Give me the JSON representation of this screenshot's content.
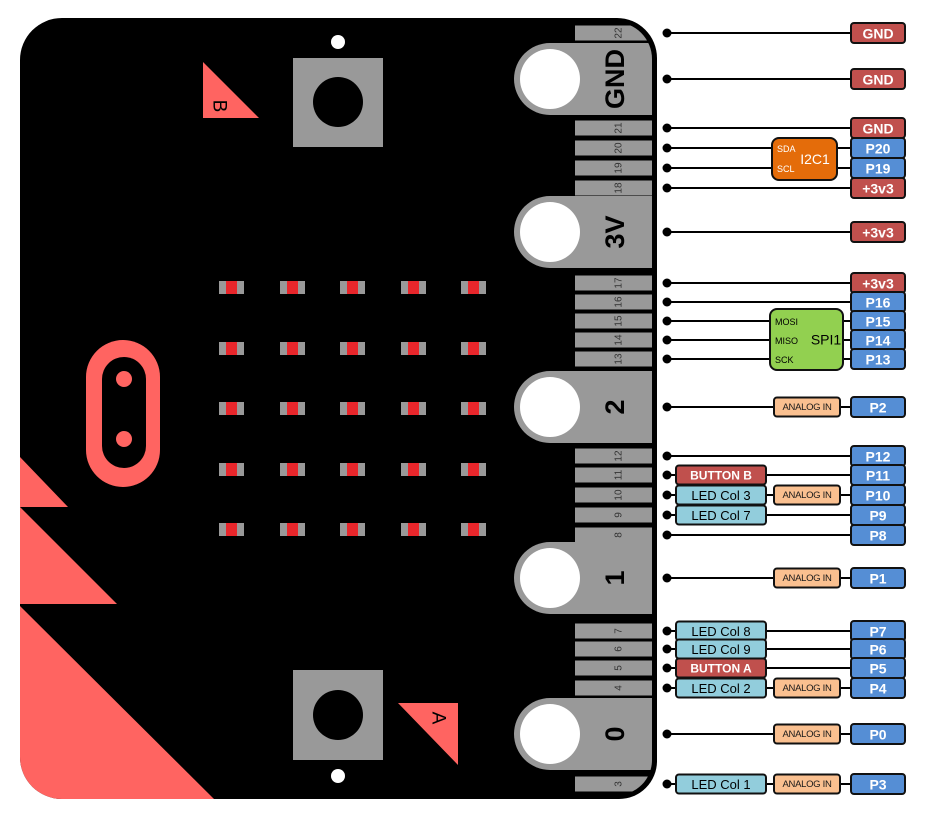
{
  "board": {
    "button_a": {
      "label": "A"
    },
    "button_b": {
      "label": "B"
    }
  },
  "led_matrix": {
    "rows": 5,
    "cols": 5
  },
  "buses": {
    "i2c": {
      "label": "I2C1"
    },
    "spi": {
      "label": "SPI1"
    }
  },
  "edge_connector": [
    {
      "pin": "22",
      "kind": "strip",
      "signal": "GND",
      "signal_type": "power"
    },
    {
      "pin": "GND",
      "kind": "pad",
      "signal": "GND",
      "signal_type": "power"
    },
    {
      "pin": "21",
      "kind": "strip",
      "signal": "GND",
      "signal_type": "power"
    },
    {
      "pin": "20",
      "kind": "strip",
      "signal": "P20",
      "signal_type": "gpio",
      "bus": "i2c",
      "bus_line": "SDA"
    },
    {
      "pin": "19",
      "kind": "strip",
      "signal": "P19",
      "signal_type": "gpio",
      "bus": "i2c",
      "bus_line": "SCL"
    },
    {
      "pin": "18",
      "kind": "strip",
      "signal": "+3v3",
      "signal_type": "power"
    },
    {
      "pin": "3V",
      "kind": "pad",
      "signal": "+3v3",
      "signal_type": "power"
    },
    {
      "pin": "17",
      "kind": "strip",
      "signal": "+3v3",
      "signal_type": "power"
    },
    {
      "pin": "16",
      "kind": "strip",
      "signal": "P16",
      "signal_type": "gpio"
    },
    {
      "pin": "15",
      "kind": "strip",
      "signal": "P15",
      "signal_type": "gpio",
      "bus": "spi",
      "bus_line": "MOSI"
    },
    {
      "pin": "14",
      "kind": "strip",
      "signal": "P14",
      "signal_type": "gpio",
      "bus": "spi",
      "bus_line": "MISO"
    },
    {
      "pin": "13",
      "kind": "strip",
      "signal": "P13",
      "signal_type": "gpio",
      "bus": "spi",
      "bus_line": "SCK"
    },
    {
      "pin": "2",
      "kind": "pad",
      "signal": "P2",
      "signal_type": "gpio",
      "analog": "ANALOG IN"
    },
    {
      "pin": "12",
      "kind": "strip",
      "signal": "P12",
      "signal_type": "gpio"
    },
    {
      "pin": "11",
      "kind": "strip",
      "signal": "P11",
      "signal_type": "gpio",
      "alt": "BUTTON B",
      "alt_type": "button"
    },
    {
      "pin": "10",
      "kind": "strip",
      "signal": "P10",
      "signal_type": "gpio",
      "alt": "LED Col 3",
      "alt_type": "led",
      "analog": "ANALOG IN"
    },
    {
      "pin": "9",
      "kind": "strip",
      "signal": "P9",
      "signal_type": "gpio",
      "alt": "LED Col 7",
      "alt_type": "led"
    },
    {
      "pin": "8",
      "kind": "strip",
      "signal": "P8",
      "signal_type": "gpio"
    },
    {
      "pin": "1",
      "kind": "pad",
      "signal": "P1",
      "signal_type": "gpio",
      "analog": "ANALOG IN"
    },
    {
      "pin": "7",
      "kind": "strip",
      "signal": "P7",
      "signal_type": "gpio",
      "alt": "LED Col 8",
      "alt_type": "led"
    },
    {
      "pin": "6",
      "kind": "strip",
      "signal": "P6",
      "signal_type": "gpio",
      "alt": "LED Col 9",
      "alt_type": "led"
    },
    {
      "pin": "5",
      "kind": "strip",
      "signal": "P5",
      "signal_type": "gpio",
      "alt": "BUTTON A",
      "alt_type": "button"
    },
    {
      "pin": "4",
      "kind": "strip",
      "signal": "P4",
      "signal_type": "gpio",
      "alt": "LED Col 2",
      "alt_type": "led",
      "analog": "ANALOG IN"
    },
    {
      "pin": "0",
      "kind": "pad",
      "signal": "P0",
      "signal_type": "gpio",
      "analog": "ANALOG IN"
    },
    {
      "pin": "3",
      "kind": "strip",
      "signal": "P3",
      "signal_type": "gpio",
      "alt": "LED Col 1",
      "alt_type": "led",
      "analog": "ANALOG IN"
    }
  ],
  "colors": {
    "board": "#000000",
    "accent": "#ff6461",
    "metal": "#999999",
    "led_light": "#e8262b",
    "power": "#c0504d",
    "gpio": "#558ed5",
    "led": "#92cddc",
    "button": "#c0504d",
    "analog": "#fac090",
    "i2c": "#e46c0a",
    "spi": "#92d050"
  }
}
